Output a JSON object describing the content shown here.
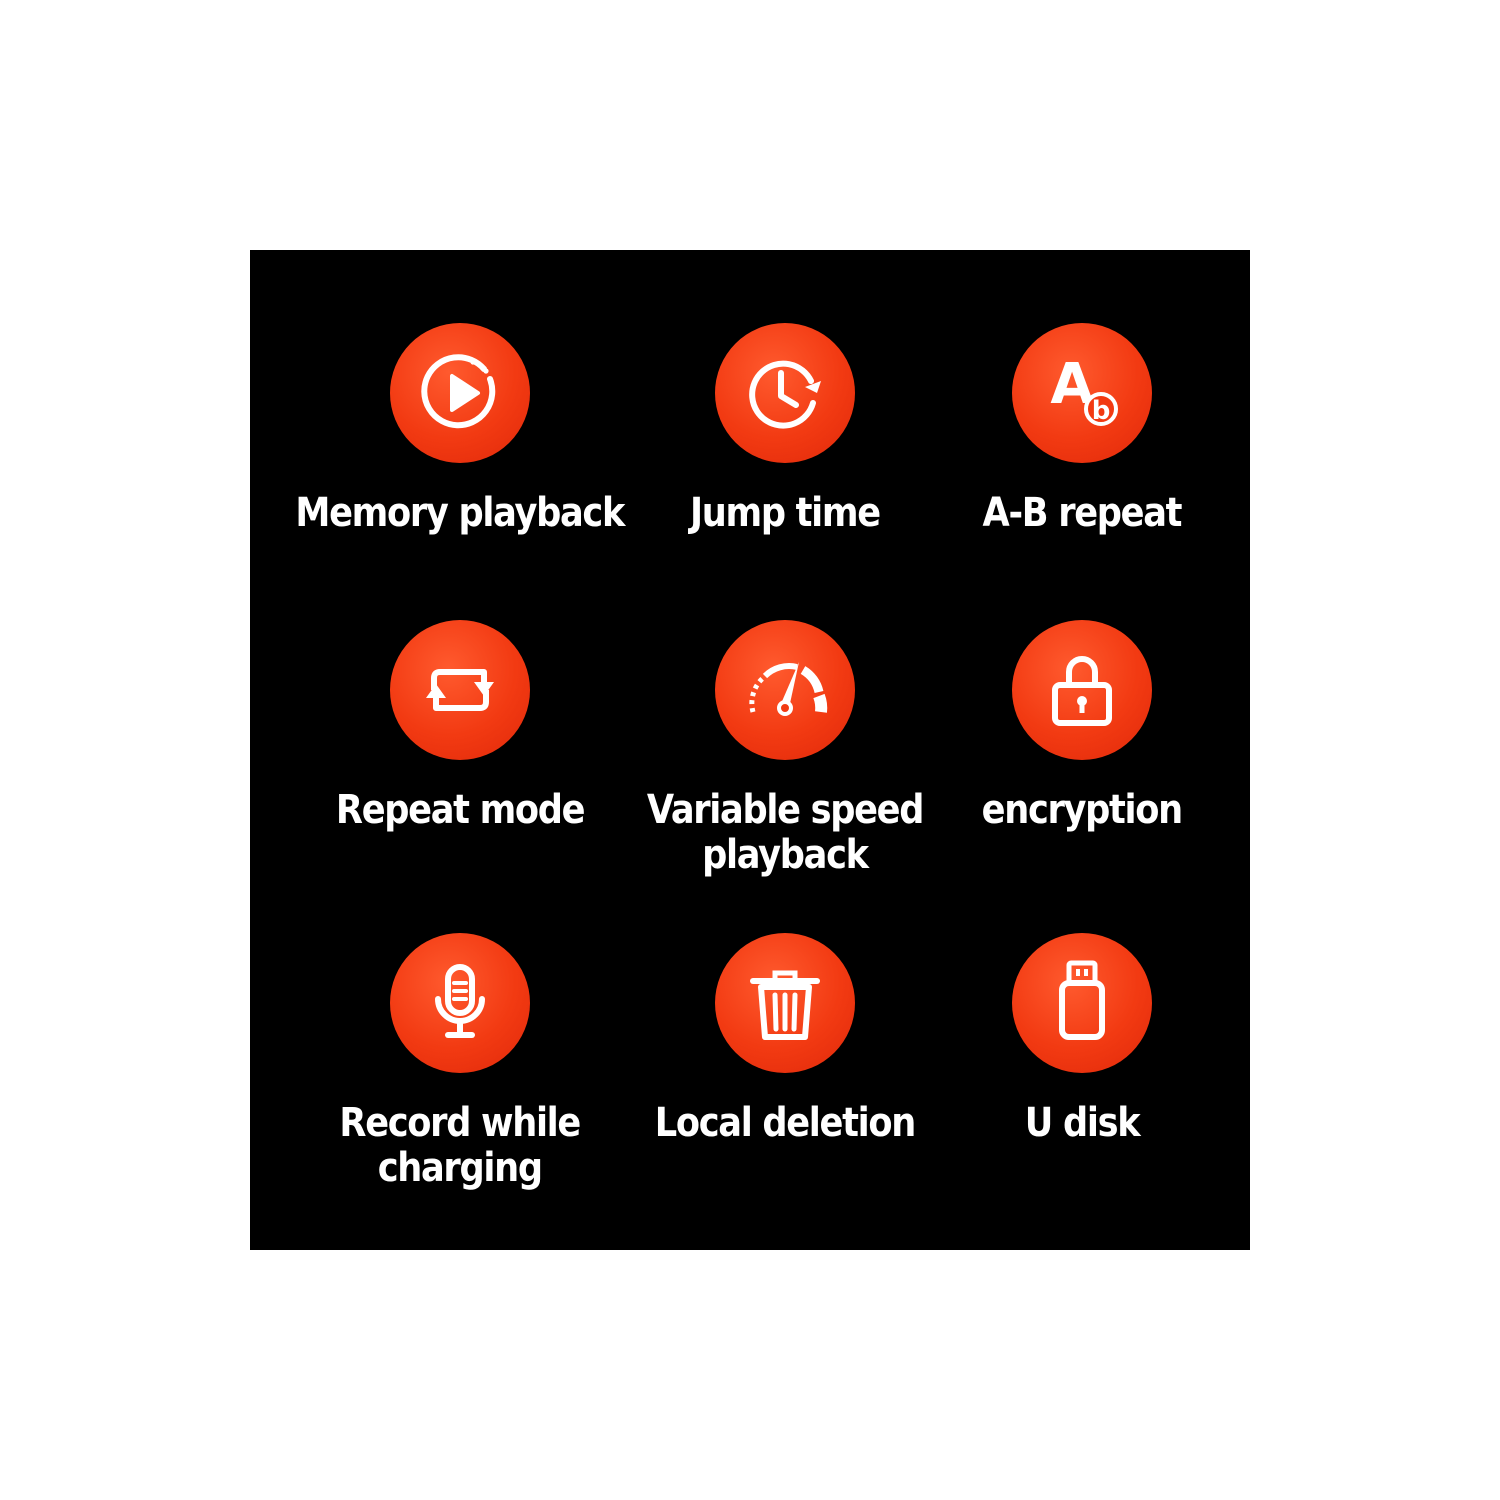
{
  "colors": {
    "panel_background": "#000000",
    "page_background": "#ffffff",
    "icon_circle": "#f23a12",
    "text": "#ffffff"
  },
  "features": [
    {
      "icon": "play-circle-icon",
      "label_lines": [
        "Memory playback"
      ]
    },
    {
      "icon": "clock-rotate-icon",
      "label_lines": [
        "Jump time"
      ]
    },
    {
      "icon": "ab-letters-icon",
      "label_lines": [
        "A-B repeat"
      ]
    },
    {
      "icon": "repeat-arrows-icon",
      "label_lines": [
        "Repeat mode"
      ]
    },
    {
      "icon": "speedometer-icon",
      "label_lines": [
        "Variable speed",
        "playback"
      ]
    },
    {
      "icon": "padlock-icon",
      "label_lines": [
        "encryption"
      ]
    },
    {
      "icon": "microphone-icon",
      "label_lines": [
        "Record while",
        "charging"
      ]
    },
    {
      "icon": "trash-can-icon",
      "label_lines": [
        "Local deletion"
      ]
    },
    {
      "icon": "usb-drive-icon",
      "label_lines": [
        "U disk"
      ]
    }
  ],
  "icon_letters": {
    "big": "A",
    "small": "b"
  }
}
